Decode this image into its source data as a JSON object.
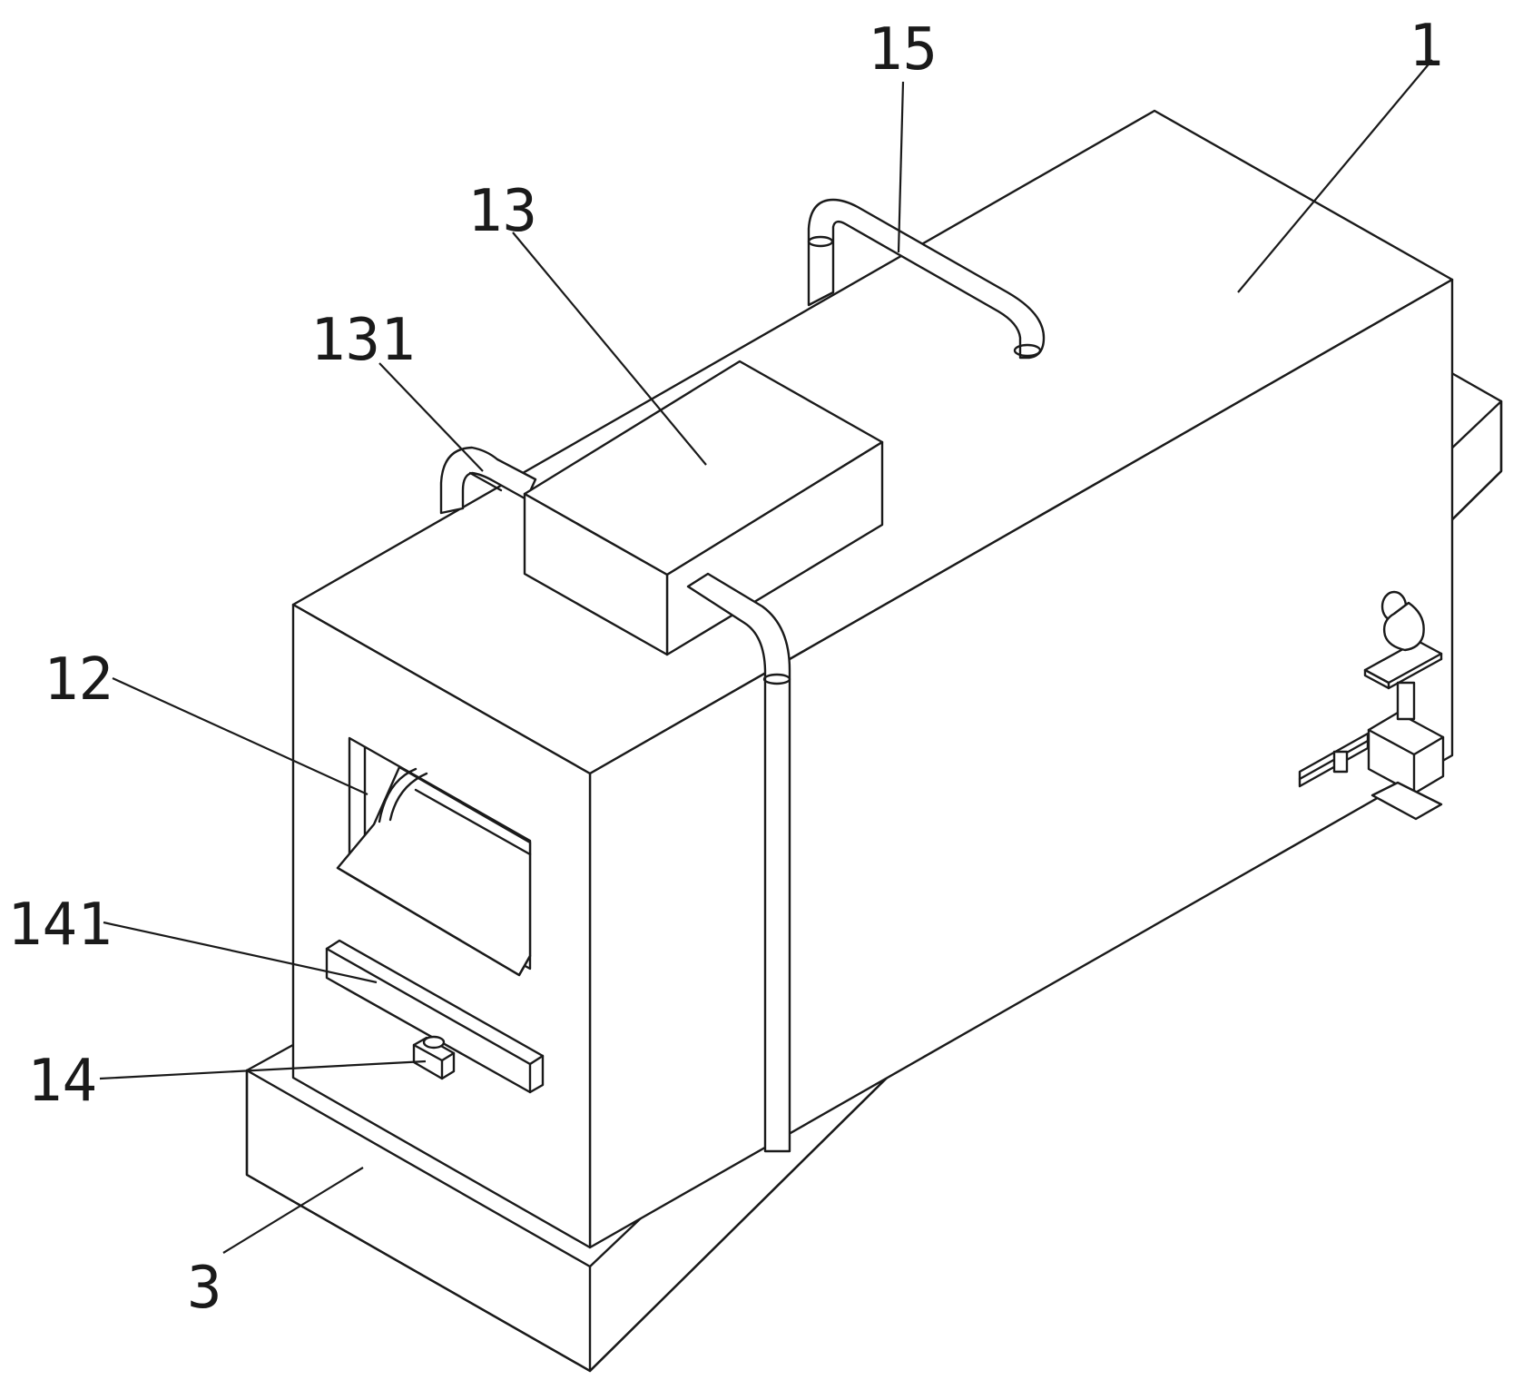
{
  "labels": {
    "main_body": "1",
    "base": "3",
    "opening": "12",
    "top_box": "13",
    "box_pipe": "131",
    "bottom_block": "14",
    "tray": "141",
    "top_pipe": "15"
  },
  "colors": {
    "line": "#1a1a1a",
    "background": "#ffffff"
  }
}
